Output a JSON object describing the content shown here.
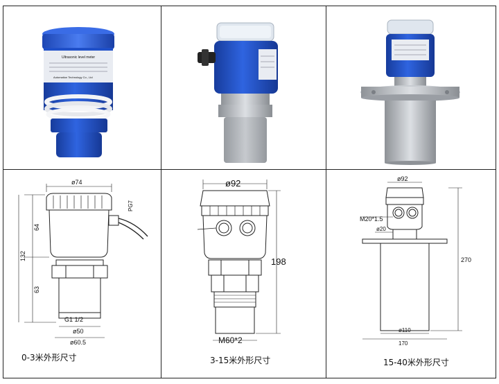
{
  "products": [
    {
      "label_title": "Ultrasonic level meter",
      "label_brand": "Automation Technology Co., Ltd"
    },
    {},
    {}
  ],
  "drawings": [
    {
      "dims": {
        "top_dia": "ø74",
        "cable": "PG7",
        "upper": "64",
        "total": "132",
        "lower": "63",
        "thread": "G1 1/2",
        "inner": "ø50",
        "outer": "ø60.5"
      },
      "caption": "0-3米外形尺寸"
    },
    {
      "dims": {
        "top_dia": "ø92",
        "height": "198",
        "thread": "M60*2"
      },
      "caption": "3-15米外形尺寸"
    },
    {
      "dims": {
        "top_dia": "ø92",
        "gland": "M20*1.5",
        "neck": "ø20",
        "height": "270",
        "body": "ø110",
        "flange": "170"
      },
      "caption": "15-40米外形尺寸"
    }
  ],
  "colors": {
    "housing_blue": "#1f4fc8",
    "steel": "#b8bcc2",
    "line": "#222222"
  }
}
